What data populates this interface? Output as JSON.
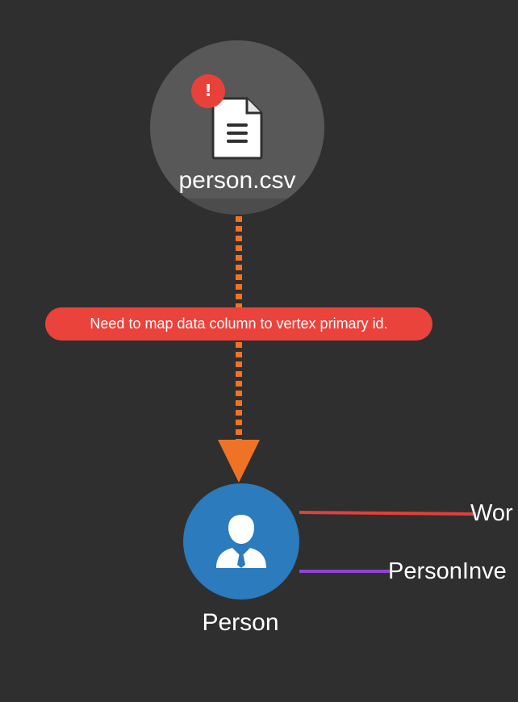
{
  "colors": {
    "background": "#2f2f2f",
    "file_node": "#585858",
    "mapping_edge": "#ef7325",
    "error": "#ea433c",
    "vertex": "#2b7bbd",
    "edge_red": "#e0403c",
    "edge_purple": "#8e44d4"
  },
  "file_node": {
    "label": "person.csv",
    "icon": "file-icon",
    "warning_badge": "!"
  },
  "mapping": {
    "error_message": "Need to map data column to vertex primary id."
  },
  "vertex": {
    "label": "Person",
    "icon": "person-icon"
  },
  "edges": [
    {
      "label": "Wor",
      "color": "#e0403c"
    },
    {
      "label": "PersonInve",
      "color": "#8e44d4"
    }
  ]
}
